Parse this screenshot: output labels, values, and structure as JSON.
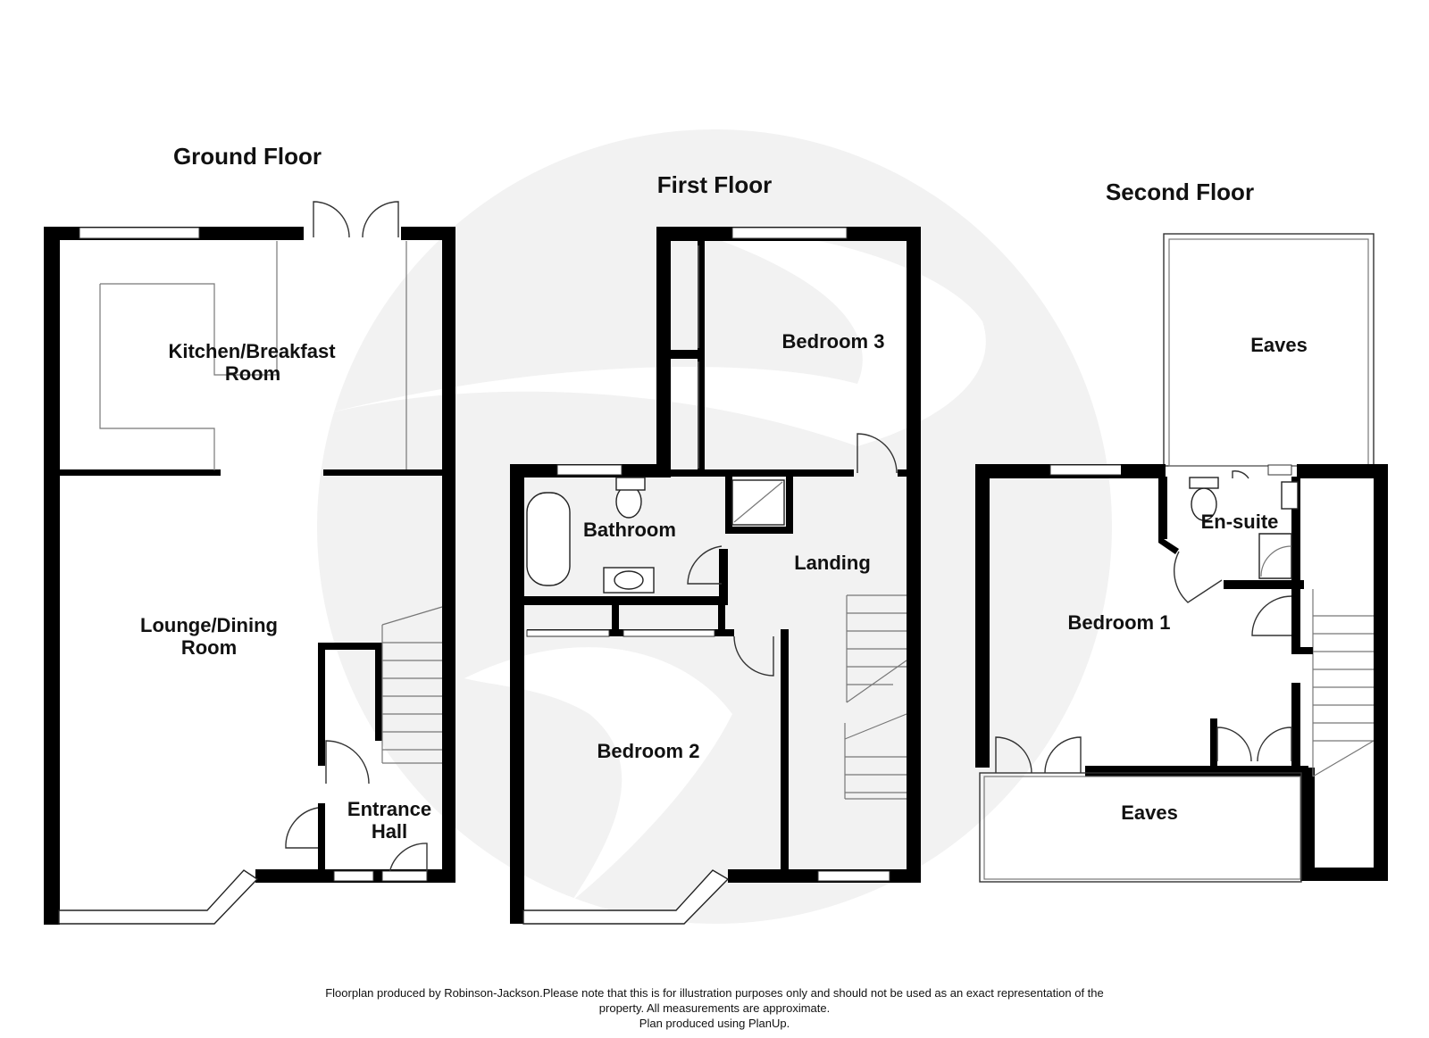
{
  "floors": {
    "ground": {
      "title": "Ground Floor",
      "rooms": {
        "kitchen_line1": "Kitchen/Breakfast",
        "kitchen_line2": "Room",
        "lounge_line1": "Lounge/Dining",
        "lounge_line2": "Room",
        "hall_line1": "Entrance",
        "hall_line2": "Hall"
      }
    },
    "first": {
      "title": "First Floor",
      "rooms": {
        "bedroom3": "Bedroom 3",
        "bathroom": "Bathroom",
        "landing": "Landing",
        "bedroom2": "Bedroom 2"
      }
    },
    "second": {
      "title": "Second Floor",
      "rooms": {
        "eaves_top": "Eaves",
        "ensuite": "En-suite",
        "bedroom1": "Bedroom 1",
        "eaves_bottom": "Eaves"
      }
    }
  },
  "footer": {
    "line1": "Floorplan produced by Robinson-Jackson.Please note that this is for illustration purposes only and should not be used as an exact representation of the",
    "line2": "property. All measurements are approximate.",
    "line3": "Plan produced using PlanUp."
  },
  "colors": {
    "wall": "#000000",
    "watermark": "#f1f1f1",
    "background": "#ffffff"
  }
}
